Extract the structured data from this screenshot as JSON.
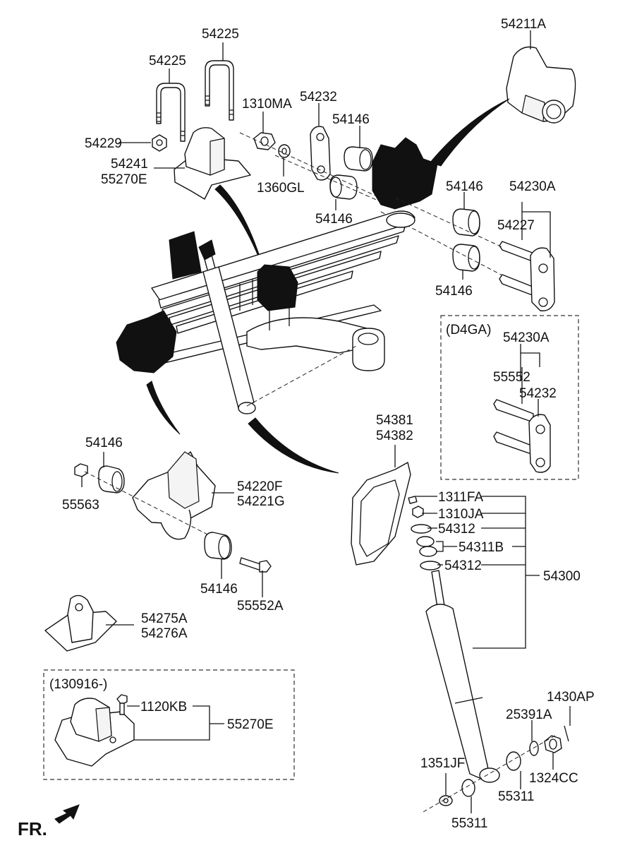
{
  "labels": {
    "p54225_a": "54225",
    "p54225_b": "54225",
    "p54211A": "54211A",
    "p1310MA": "1310MA",
    "p54232_top": "54232",
    "p54146_top": "54146",
    "p54229": "54229",
    "p54241": "54241",
    "p55270E_top": "55270E",
    "p1360GL": "1360GL",
    "p54146_mid": "54146",
    "p54146_right1": "54146",
    "p54230A": "54230A",
    "p54227": "54227",
    "p54146_right2": "54146",
    "d4ga_header": "(D4GA)",
    "p54230A_d4ga": "54230A",
    "p55552": "55552",
    "p54232_d4ga": "54232",
    "p54381": "54381",
    "p54382": "54382",
    "p54146_left": "54146",
    "p55563": "55563",
    "p54220F": "54220F",
    "p54221G": "54221G",
    "p1311FA": "1311FA",
    "p1310JA": "1310JA",
    "p54312_a": "54312",
    "p54311B": "54311B",
    "p54312_b": "54312",
    "p54300": "54300",
    "p54146_low": "54146",
    "p55552A": "55552A",
    "p54275A": "54275A",
    "p54276A": "54276A",
    "box130916_header": "(130916-)",
    "p1120KB": "1120KB",
    "p55270E_box": "55270E",
    "p1430AP": "1430AP",
    "p25391A": "25391A",
    "p1351JF": "1351JF",
    "p1324CC": "1324CC",
    "p55311_a": "55311",
    "p55311_b": "55311",
    "fr": "FR."
  }
}
